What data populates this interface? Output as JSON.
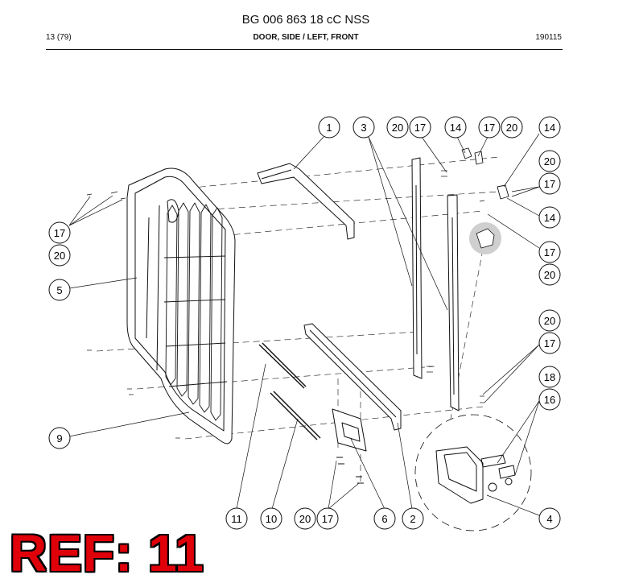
{
  "header": {
    "doc_code": "BG 006 863 18 cC NSS",
    "page": "13 (79)",
    "title": "DOOR, SIDE / LEFT, FRONT",
    "date": "190115"
  },
  "callouts": {
    "c1": "1",
    "c3": "3",
    "c20a": "20",
    "c17a": "17",
    "c14a": "14",
    "c17b": "17",
    "c20b": "20",
    "c14b": "14",
    "c20c": "20",
    "c17c": "17",
    "c14c": "14",
    "c17d": "17",
    "c20d": "20",
    "c17e": "17",
    "c20e": "20",
    "c5": "5",
    "c9": "9",
    "c20f": "20",
    "c17f": "17",
    "c18": "18",
    "c16": "16",
    "c11": "11",
    "c10": "10",
    "c20g": "20",
    "c17g": "17",
    "c6": "6",
    "c2": "2",
    "c4": "4"
  },
  "ref_label": "REF: 11",
  "colors": {
    "ref": "#e0000a",
    "line": "#111111",
    "part_fill": "#ffffff",
    "inset_fill": "#cfcfcf"
  }
}
